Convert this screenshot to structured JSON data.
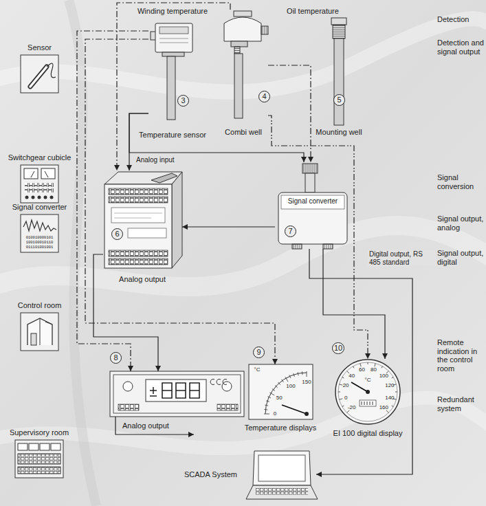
{
  "diagram": {
    "nodes": [
      {
        "text": [
          "Sensor"
        ]
      },
      {
        "text": [
          "3",
          "Temperature sensor"
        ]
      },
      {
        "text": [
          "4",
          "Combi well"
        ]
      },
      {
        "text": [
          "5",
          "Mounting well"
        ]
      },
      {
        "text": [
          "Switchgear cubicle"
        ]
      },
      {
        "text": [
          "6",
          "Analog output"
        ]
      },
      {
        "text": [
          "Signal converter",
          "7"
        ]
      },
      {
        "text": [
          "Signal converter"
        ]
      },
      {
        "text": [
          "Control room"
        ]
      },
      {
        "text": [
          "8",
          "Analog output"
        ]
      },
      {
        "text": [
          "9",
          "Temperature displays"
        ]
      },
      {
        "text": [
          "10",
          "EI 100 digital display"
        ]
      },
      {
        "text": [
          "Supervisory room"
        ]
      },
      {
        "text": [
          "SCADA System"
        ]
      }
    ],
    "edges": [
      {
        "from": 1,
        "to": 5,
        "label": "Analog input",
        "arrow": "to"
      },
      {
        "from": 1,
        "to": 6,
        "arrow": "to"
      },
      {
        "from": 2,
        "to": 6,
        "arrow": "to"
      },
      {
        "from": 2,
        "to": 5,
        "arrow": "to"
      },
      {
        "from": 6,
        "to": 5,
        "arrow": "to"
      },
      {
        "from": 1,
        "to": 9,
        "arrow": "to"
      },
      {
        "from": 5,
        "to": 9,
        "arrow": "to"
      },
      {
        "from": 1,
        "to": 10,
        "arrow": "to"
      },
      {
        "from": 2,
        "to": 11,
        "arrow": "to"
      },
      {
        "from": 6,
        "to": 11,
        "arrow": "to"
      },
      {
        "from": 6,
        "to": 13,
        "label": "Digital output, RS 485 standard",
        "arrow": "to"
      }
    ],
    "labels": [
      "Winding temperature",
      "Oil temperature",
      "Detection",
      "Detection and signal output",
      "Signal conversion",
      "Signal output, analog",
      "Signal output, digital",
      "Remote indication in the control room",
      "Redundant system",
      "010010000101",
      "100100010110",
      "011101001001",
      "°C",
      "150",
      "100",
      "50",
      "0",
      "°C",
      "-20",
      "0",
      "20",
      "40",
      "60",
      "80",
      "100",
      "120",
      "140",
      "160"
    ]
  }
}
